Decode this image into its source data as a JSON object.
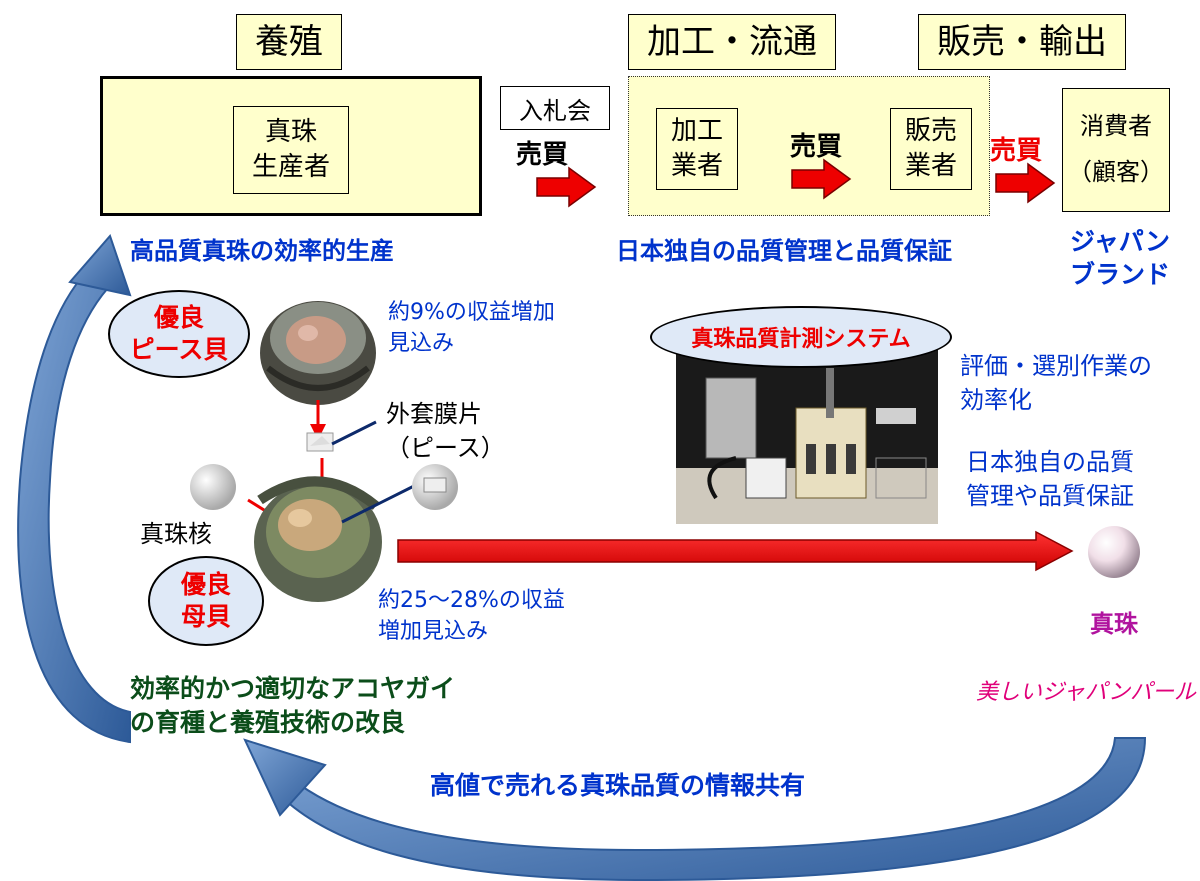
{
  "headers": {
    "culture": "養殖",
    "processing": "加工・流通",
    "sales": "販売・輸出"
  },
  "nodes": {
    "producer": "真珠\n生産者",
    "auction": "入札会",
    "processor": "加工\n業者",
    "seller": "販売\n業者",
    "consumer_1": "消費者",
    "consumer_2": "（顧客）"
  },
  "trade": {
    "t1": "売買",
    "t2": "売買",
    "t3": "売買"
  },
  "captions": {
    "efficient_production": "高品質真珠の効率的生産",
    "quality_assurance": "日本独自の品質管理と品質保証",
    "japan_brand": "ジャパン\nブランド"
  },
  "left_diagram": {
    "piece_shell": "優良\nピース貝",
    "mother_shell": "優良\n母貝",
    "revenue_piece": "約9%の収益増加\n見込み",
    "mantle": "外套膜片\n（ピース）",
    "nucleus": "真珠核",
    "revenue_mother": "約25～28%の収益\n増加見込み"
  },
  "system": {
    "name": "真珠品質計測システム",
    "efficiency": "評価・選別作業の\n効率化",
    "quality": "日本独自の品質\n管理や品質保証"
  },
  "pearl_label": "真珠",
  "beautiful_pearl": "美しいジャパンパール",
  "breeding": "効率的かつ適切なアコヤガイ\nの育種と養殖技術の改良",
  "info_sharing": "高値で売れる真珠品質の情報共有",
  "colors": {
    "box_fill": "#ffffcc",
    "blue_text": "#0033cc",
    "red": "#ee0000",
    "loop_arrow": "#3f6fae",
    "green_text": "#0b4d1a",
    "magenta": "#e0007a"
  }
}
